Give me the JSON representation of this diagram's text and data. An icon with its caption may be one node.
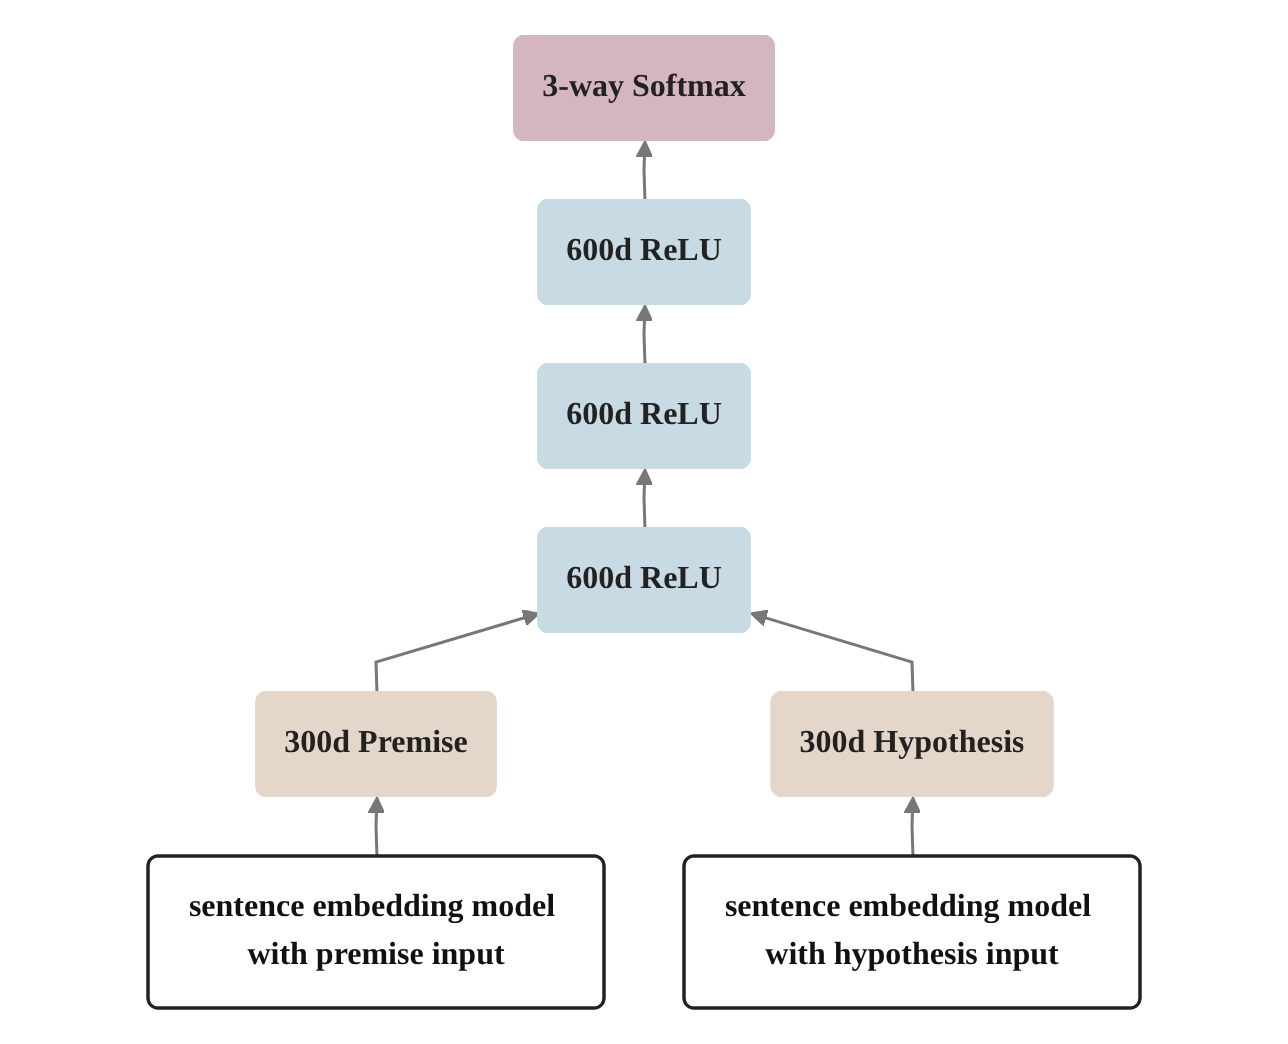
{
  "diagram": {
    "nodes": [
      {
        "text": [
          "3-way Softmax"
        ]
      },
      {
        "text": [
          "600d ReLU"
        ]
      },
      {
        "text": [
          "600d ReLU"
        ]
      },
      {
        "text": [
          "600d ReLU"
        ]
      },
      {
        "text": [
          "300d Premise"
        ]
      },
      {
        "text": [
          "300d Hypothesis"
        ]
      },
      {
        "text": [
          "sentence embedding model with premise input"
        ]
      },
      {
        "text": [
          "sentence embedding model with hypothesis input"
        ]
      }
    ],
    "edges": [
      {
        "from": 6,
        "to": 4,
        "arrow": "to"
      },
      {
        "from": 7,
        "to": 5,
        "arrow": "to"
      },
      {
        "from": 4,
        "to": 3,
        "arrow": "to"
      },
      {
        "from": 5,
        "to": 3,
        "arrow": "to"
      },
      {
        "from": 3,
        "to": 2,
        "arrow": "to"
      },
      {
        "from": 2,
        "to": 1,
        "arrow": "to"
      },
      {
        "from": 1,
        "to": 0,
        "arrow": "to"
      }
    ]
  }
}
